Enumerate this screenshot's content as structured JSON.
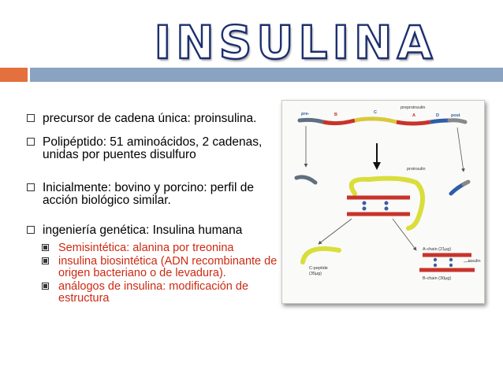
{
  "slide": {
    "title": "INSULINA",
    "colors": {
      "title_outline": "#1c2f6e",
      "band_orange": "#e4703e",
      "band_blue": "#8aa3c0",
      "sub_text": "#cc2a12"
    },
    "bullets": [
      {
        "text": "precursor de cadena única: proinsulina."
      },
      {
        "text": "Polipéptido: 51 aminoácidos, 2 cadenas, unidas por puentes disulfuro"
      },
      {
        "text": "Inicialmente: bovino y porcino: perfil de acción biológico similar."
      },
      {
        "text": "ingeniería genética: Insulina humana"
      }
    ],
    "sub_bullets": [
      {
        "text": "Semisintética: alanina por treonina"
      },
      {
        "text": "insulina biosintética (ADN recombinante de origen bacteriano o de levadura)."
      },
      {
        "text": "análogos de insulina: modificación de estructura"
      }
    ]
  },
  "figure": {
    "labels": {
      "pre": "pre-",
      "b": "B",
      "c": "C",
      "a": "A",
      "d": "D",
      "post": "post",
      "preproinsulin": "preproinsulin",
      "proinsulin": "proinsulin",
      "a_chain": "A-chain (21μg)",
      "b_chain": "B-chain (30μg)",
      "insulin": "insulin",
      "c_peptide": "C-peptide",
      "c_peptide_mass": "(35μg)"
    }
  }
}
